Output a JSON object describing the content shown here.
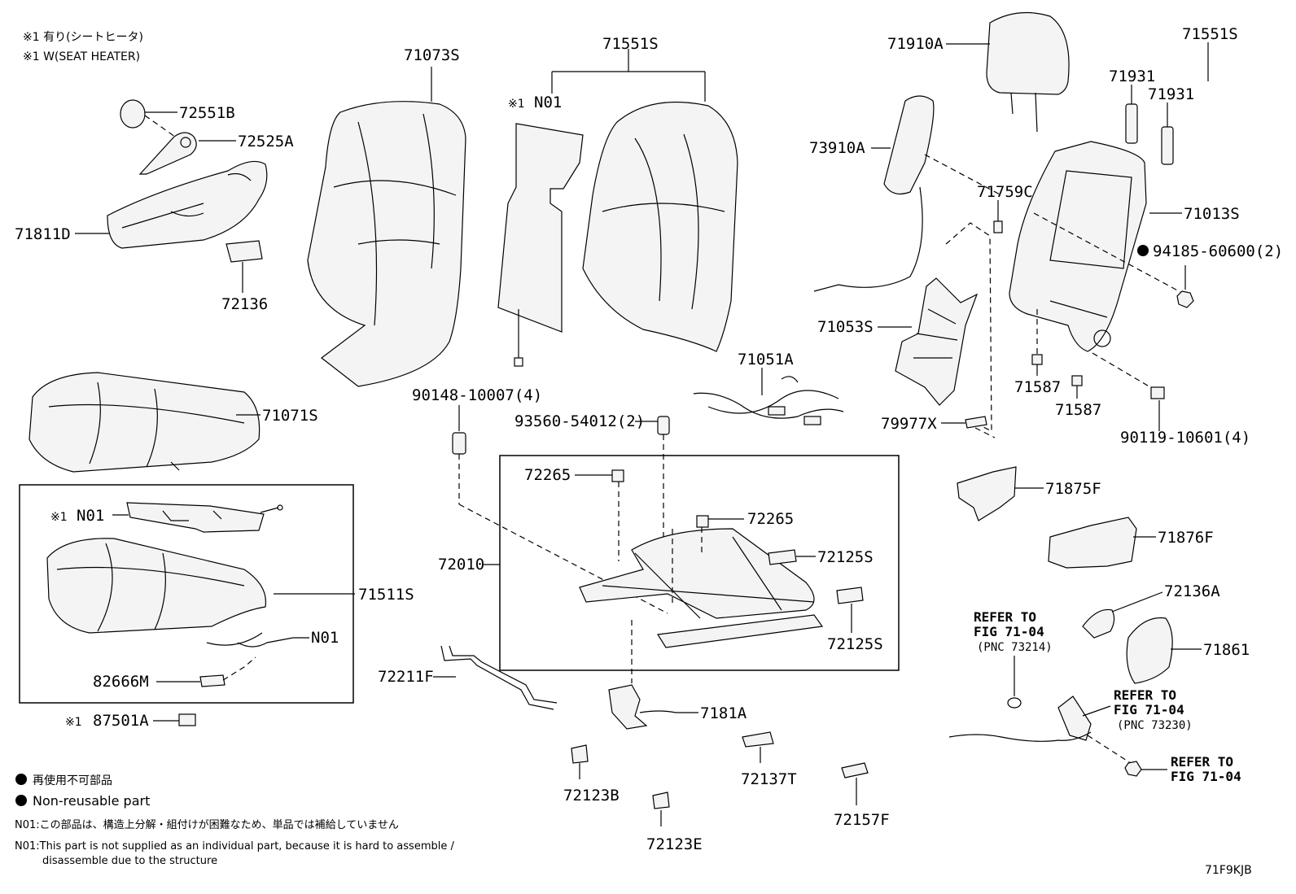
{
  "header_notes": {
    "jp": "※1 有り(シートヒータ)",
    "en": "※1 W(SEAT HEATER)"
  },
  "parts": {
    "p71073S": "71073S",
    "p71551S_a": "71551S",
    "p71551S_b": "71551S",
    "p71910A": "71910A",
    "p72551B": "72551B",
    "p72525A": "72525A",
    "p71811D": "71811D",
    "p72136": "72136",
    "p71071S": "71071S",
    "n01_mark_a": "※1",
    "p_N01_a": "N01",
    "n01_mark_b": "※1",
    "p_N01_b": "N01",
    "p_N01_c": "N01",
    "p71511S": "71511S",
    "p82666M": "82666M",
    "p87501A_mark": "※1",
    "p87501A": "87501A",
    "p71931_a": "71931",
    "p71931_b": "71931",
    "p73910A": "73910A",
    "p71759C": "71759C",
    "p71013S": "71013S",
    "p94185": "94185-60600(2)",
    "p71053S": "71053S",
    "p71587_a": "71587",
    "p71587_b": "71587",
    "p71051A": "71051A",
    "p79977X": "79977X",
    "p90119": "90119-10601(4)",
    "p90148": "90148-10007(4)",
    "p93560": "93560-54012(2)",
    "p72265_a": "72265",
    "p72265_b": "72265",
    "p72010": "72010",
    "p72125S_a": "72125S",
    "p72125S_b": "72125S",
    "p71875F": "71875F",
    "p71876F": "71876F",
    "p72136A": "72136A",
    "p71861": "71861",
    "p72211F": "72211F",
    "p7181A": "7181A",
    "p72137T": "72137T",
    "p72157F": "72157F",
    "p72123B": "72123B",
    "p72123E": "72123E"
  },
  "refs": {
    "ref1_l1": "REFER TO",
    "ref1_l2": "FIG 71-04",
    "ref1_l3": "(PNC 73214)",
    "ref2_l1": "REFER TO",
    "ref2_l2": "FIG 71-04",
    "ref2_l3": "(PNC 73230)",
    "ref3_l1": "REFER TO",
    "ref3_l2": "FIG 71-04"
  },
  "legend": {
    "jp": "再使用不可部品",
    "en": "Non-reusable part",
    "n01_jp": "N01:この部品は、構造上分解・組付けが困難なため、単品では補給していません",
    "n01_en_1": "N01:This part is not supplied as an individual part, because it is hard to assemble /",
    "n01_en_2": "disassemble due to the structure"
  },
  "figure_code": "71F9KJB"
}
